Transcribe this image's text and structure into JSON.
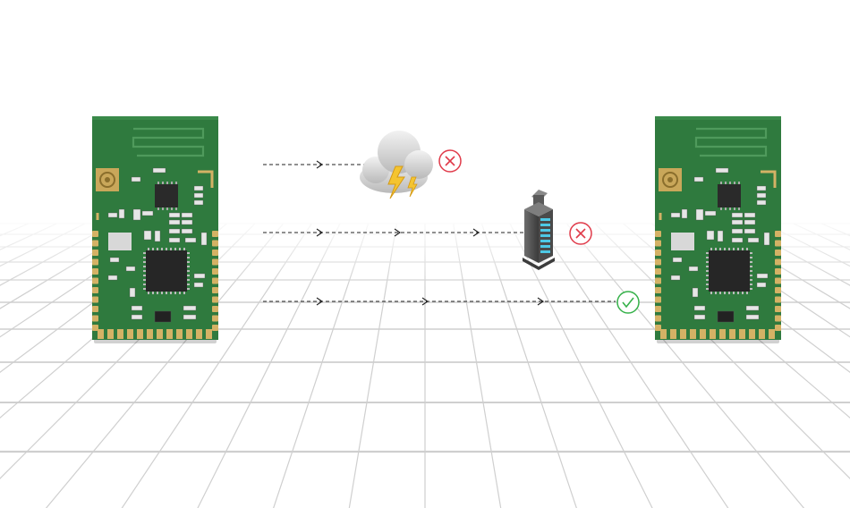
{
  "scene": {
    "module_left": {
      "name": "rf-module-left"
    },
    "module_right": {
      "name": "rf-module-right"
    },
    "obstacles": [
      {
        "name": "storm-cloud",
        "icon": "cloud-lightning-icon",
        "status_icon": "x-circle-icon"
      },
      {
        "name": "tall-building",
        "icon": "building-icon",
        "status_icon": "x-circle-icon"
      }
    ],
    "paths": [
      {
        "name": "path-blocked-by-weather",
        "status": "blocked"
      },
      {
        "name": "path-blocked-by-building",
        "status": "blocked"
      },
      {
        "name": "path-clear",
        "status": "success"
      }
    ]
  },
  "colors": {
    "pcb_green": "#2f7a3e",
    "gold_pad": "#d4b265",
    "fail_red": "#e03b4a",
    "success_green": "#36b14a",
    "building_glass": "#4dc9e6",
    "lightning_yellow": "#f4c430",
    "grid": "#cfcfcf"
  }
}
